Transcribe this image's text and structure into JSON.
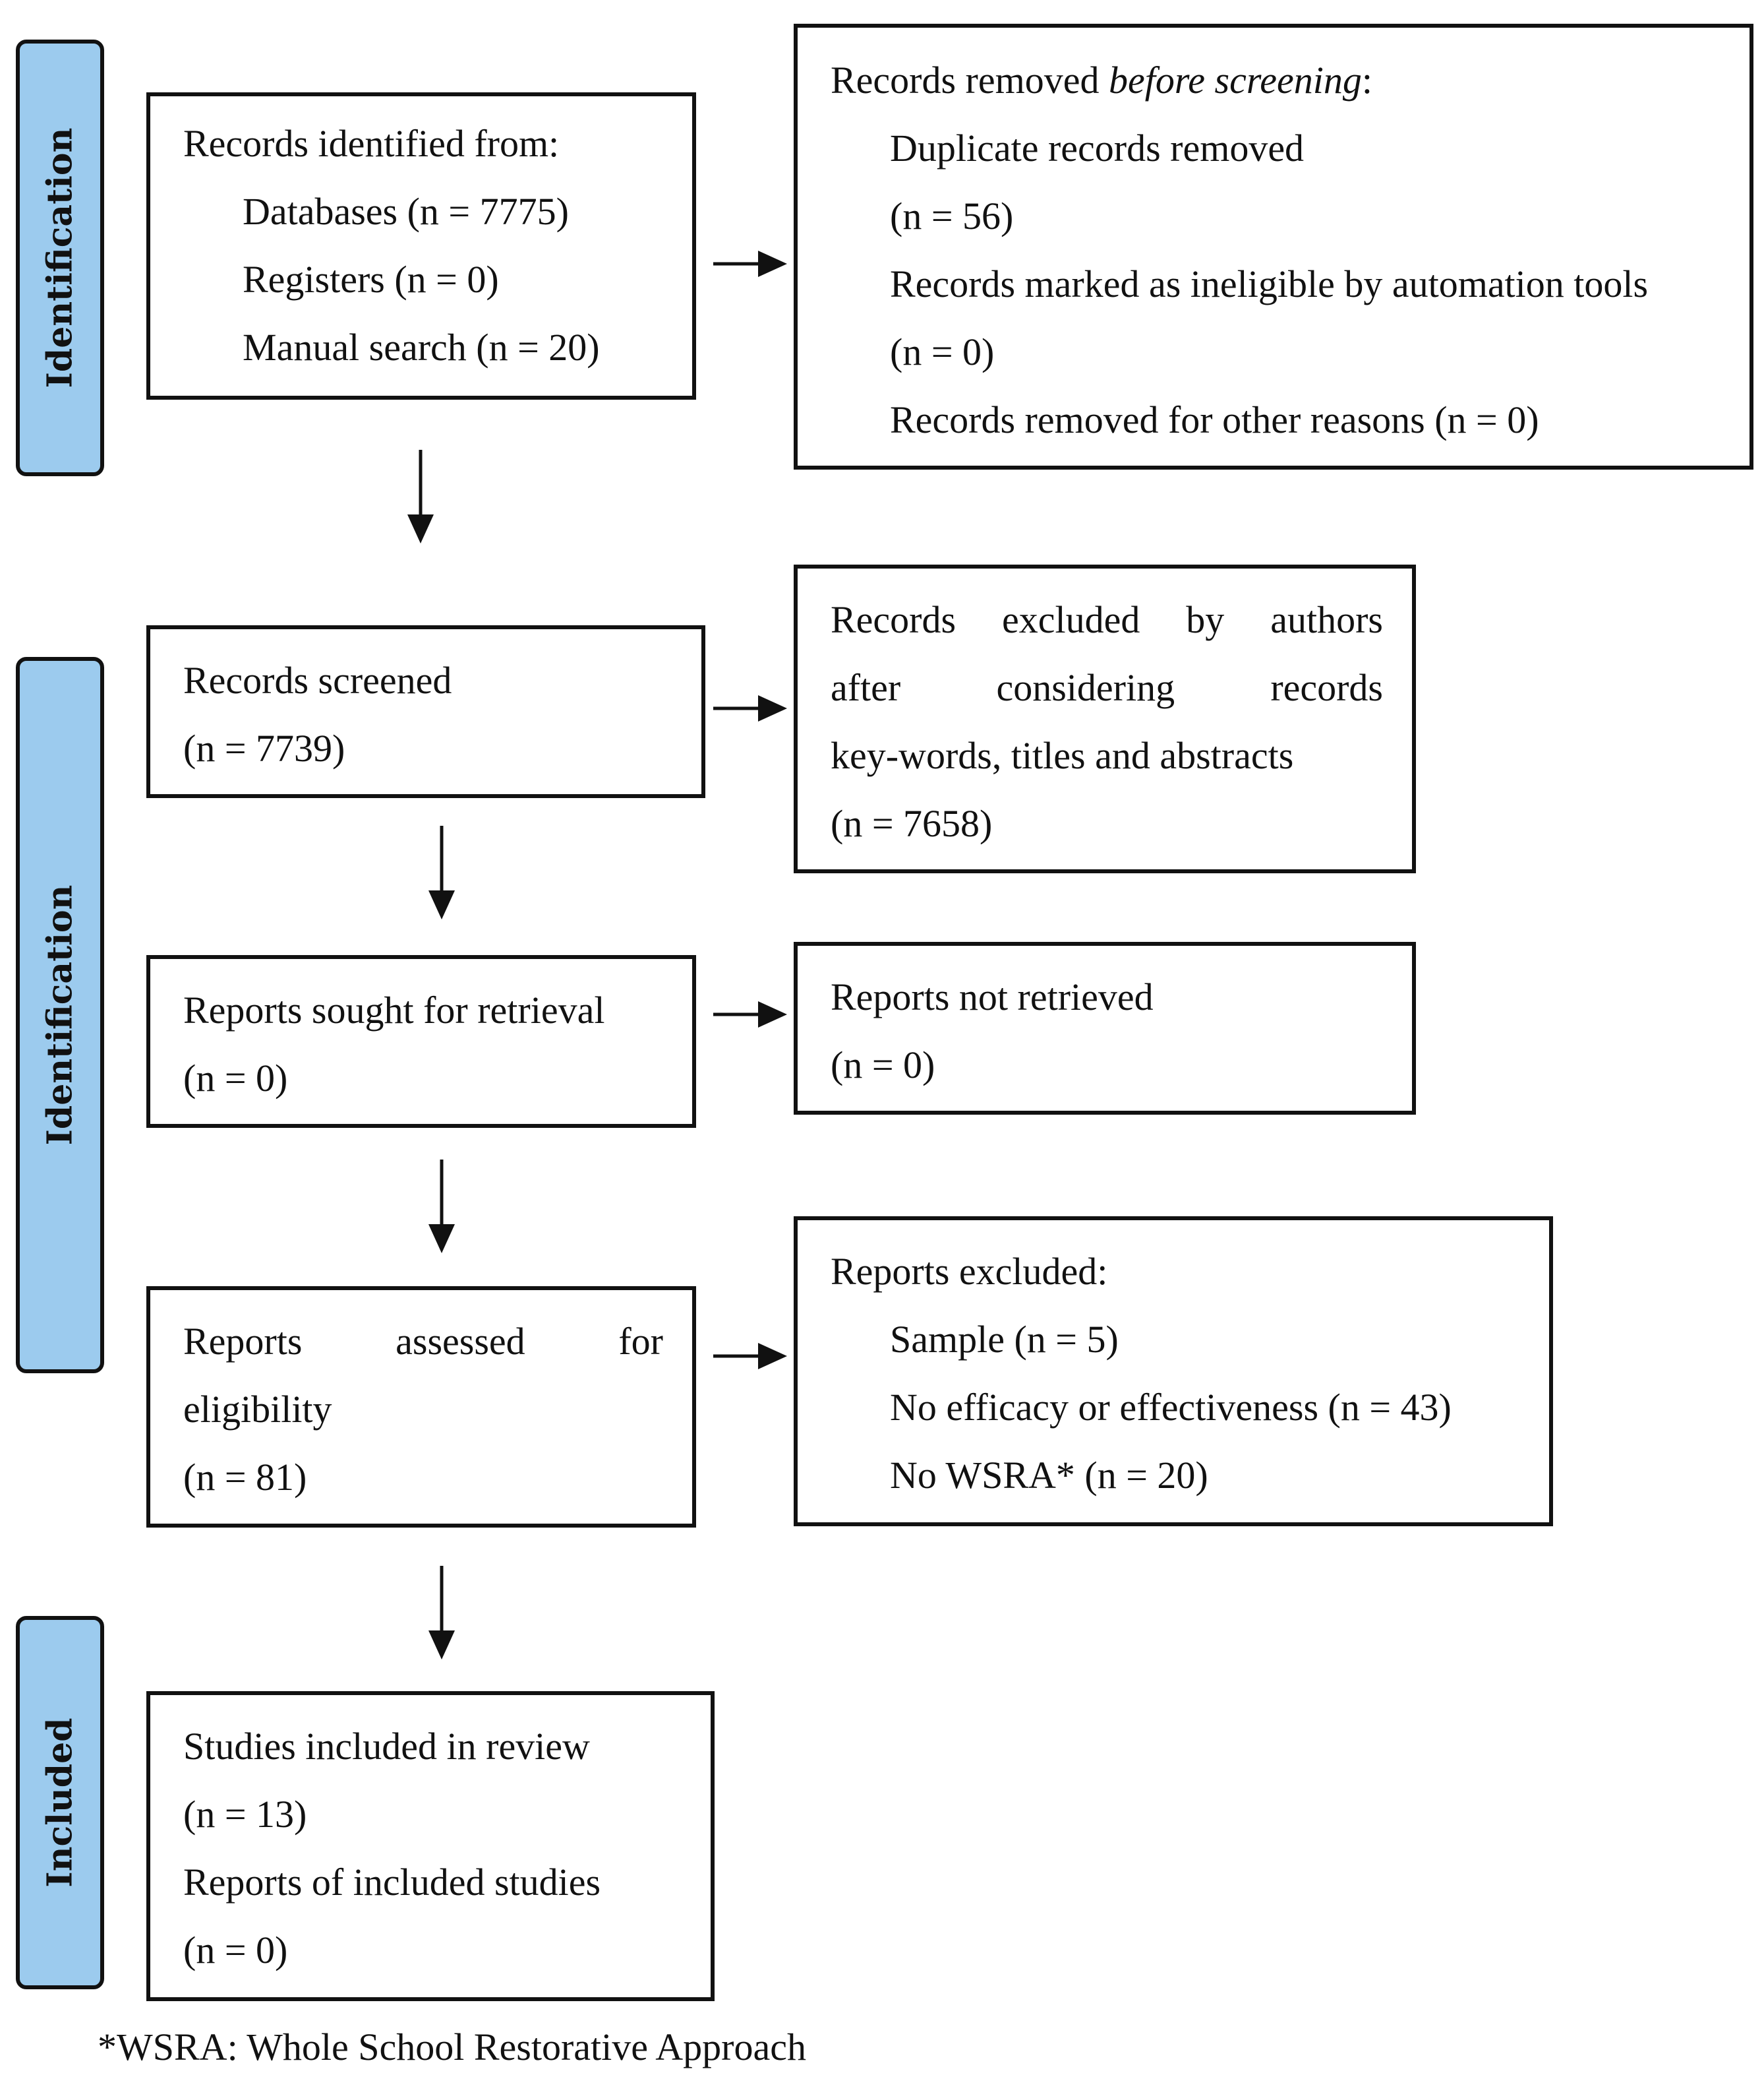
{
  "phases": {
    "identification_top": "Identification",
    "identification_middle": "Identification",
    "included": "Included"
  },
  "boxes": {
    "records_identified": {
      "heading": "Records identified from:",
      "databases": "Databases (n = 7775)",
      "registers": "Registers (n = 0)",
      "manual_search": "Manual search (n = 20)"
    },
    "records_removed": {
      "heading_prefix": "Records removed ",
      "heading_italic": "before screening",
      "heading_suffix": ":",
      "duplicates": "Duplicate records removed",
      "duplicates_count": "(n = 56)",
      "ineligible": "Records marked as ineligible by automation tools",
      "ineligible_count": "(n = 0)",
      "other_reasons": "Records removed for other reasons (n = 0)"
    },
    "records_screened": {
      "label": "Records screened",
      "count": "(n = 7739)"
    },
    "records_excluded": {
      "line1_words": [
        "Records",
        "excluded",
        "by",
        "authors"
      ],
      "line2_words": [
        "after",
        "considering",
        "records"
      ],
      "line3": "key-words, titles and abstracts",
      "count": "(n = 7658)"
    },
    "reports_sought": {
      "label": "Reports sought for retrieval",
      "count": "(n = 0)"
    },
    "reports_not_retrieved": {
      "label": "Reports not retrieved",
      "count": "(n = 0)"
    },
    "reports_assessed": {
      "line1_words": [
        "Reports",
        "assessed",
        "for"
      ],
      "line2": "eligibility",
      "count": "(n = 81)"
    },
    "reports_excluded": {
      "heading": "Reports excluded:",
      "sample": "Sample (n = 5)",
      "no_efficacy": "No efficacy or effectiveness (n = 43)",
      "no_wsra": "No WSRA* (n = 20)"
    },
    "studies_included": {
      "label": "Studies included in review",
      "count": "(n = 13)",
      "reports_label": "Reports of included studies",
      "reports_count": "(n = 0)"
    }
  },
  "footnote": "*WSRA: Whole School Restorative Approach",
  "colors": {
    "phase_fill": "#9ccbee",
    "stroke": "#111111"
  }
}
